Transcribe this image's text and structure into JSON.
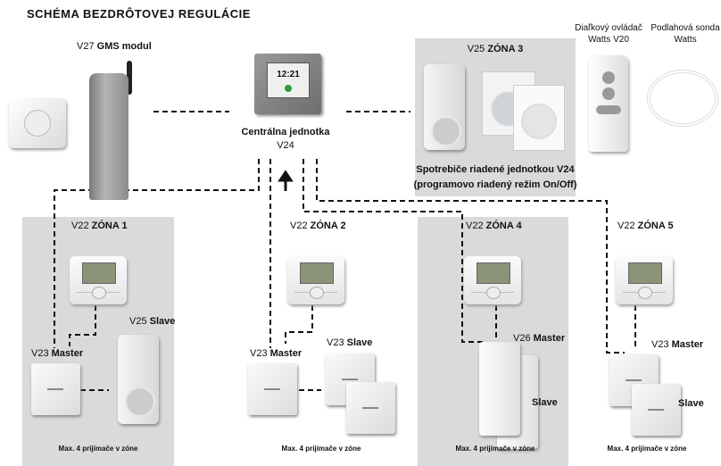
{
  "title": "SCHÉMA BEZDRÔTOVEJ REGULÁCIE",
  "gsm": {
    "code": "V27",
    "name": "GMS modul"
  },
  "central": {
    "name": "Centrálna jednotka",
    "code": "V24",
    "clock": "12:21"
  },
  "zone3": {
    "code": "V25",
    "name": "ZÓNA 3",
    "caption_line1": "Spotrebiče riadené jednotkou V24",
    "caption_line2": "(programovo riadený režim On/Off)"
  },
  "accessories": {
    "remote_line1": "Diaľkový ovládač",
    "remote_line2": "Watts V20",
    "probe_line1": "Podlahová sonda",
    "probe_line2": "Watts"
  },
  "zones": [
    {
      "code": "V22",
      "name": "ZÓNA 1",
      "master_code": "V23",
      "master": "Master",
      "slave_code": "V25",
      "slave": "Slave",
      "footer": "Max. 4 prijímače v zóne"
    },
    {
      "code": "V22",
      "name": "ZÓNA 2",
      "master_code": "V23",
      "master": "Master",
      "slave_code": "V23",
      "slave": "Slave",
      "footer": "Max. 4 prijímače v zóne"
    },
    {
      "code": "V22",
      "name": "ZÓNA 4",
      "master_code": "V26",
      "master": "Master",
      "slave": "Slave",
      "footer": "Max. 4 prijímače v zóne"
    },
    {
      "code": "V22",
      "name": "ZÓNA 5",
      "master_code": "V23",
      "master": "Master",
      "slave": "Slave",
      "footer": "Max. 4 prijímače v zóne"
    }
  ],
  "colors": {
    "zone_background": "#d9dadc",
    "link_line": "#111111"
  }
}
